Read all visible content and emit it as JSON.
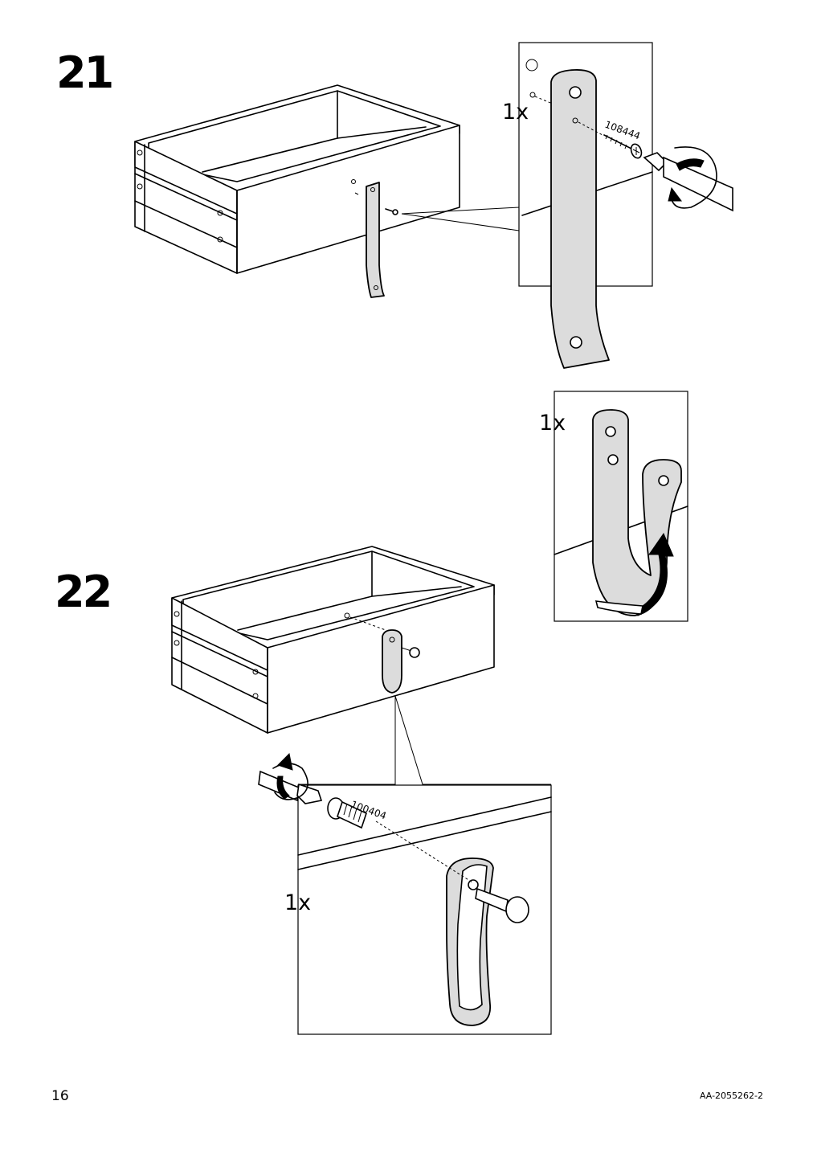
{
  "page": {
    "number": "16",
    "doc_id": "AA-2055262-2"
  },
  "step21": {
    "number": "21",
    "detail": {
      "quantity": "1x",
      "part_number": "108444"
    }
  },
  "step22": {
    "number": "22",
    "fold_detail": {
      "quantity": "1x"
    },
    "bolt_detail": {
      "quantity": "1x",
      "part_number": "100404"
    }
  },
  "icons": [
    "drawer-illustration",
    "strap-handle",
    "screw",
    "screwdriver",
    "rotate-arrow",
    "fold-arrow",
    "bolt"
  ]
}
